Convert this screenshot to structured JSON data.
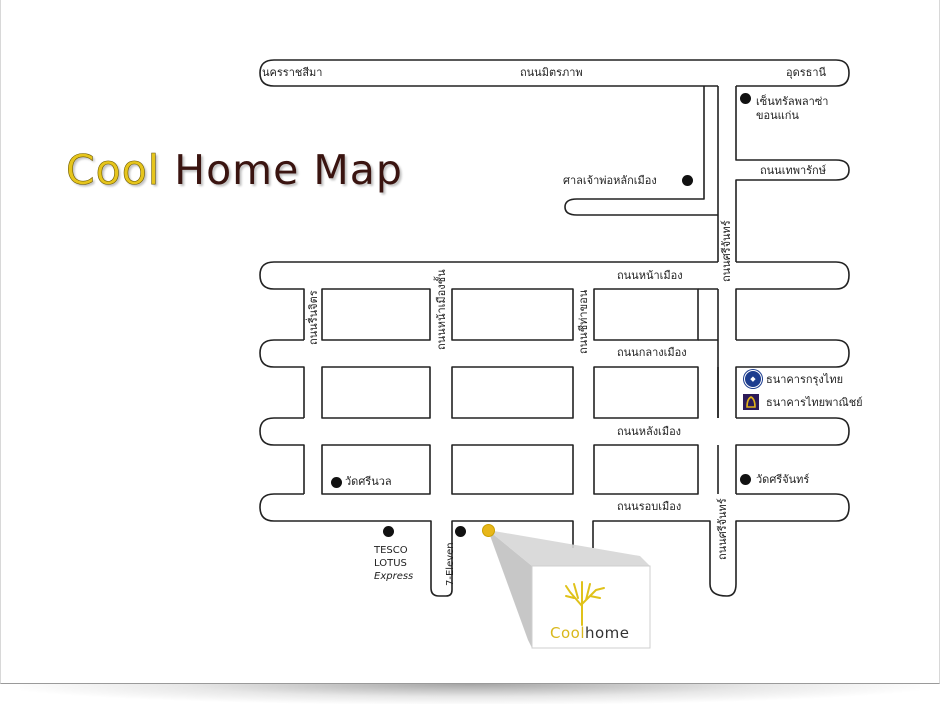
{
  "title": {
    "part1": "Cool",
    "part2": " Home Map"
  },
  "colors": {
    "title_cool": "#e6c51c",
    "title_rest": "#3a1410",
    "home_marker": "#e8b71a",
    "road_outline": "#222222"
  },
  "roads": {
    "top_left": "นครราชสีมา",
    "top_center": "ถนนมิตรภาพ",
    "top_right": "อุดรธานี",
    "thepharak": "ถนนเทพารักษ์",
    "na_mueang": "ถนนหน้าเมือง",
    "klang_mueang": "ถนนกลางเมือง",
    "lang_mueang": "ถนนหลังเมือง",
    "rop_mueang": "ถนนรอบเมือง",
    "si_chan_upper": "ถนนศรีจันทร์",
    "si_chan_lower": "ถนนศรีจันทร์",
    "reun_chit": "ถนนรื่นจิตร",
    "ammat": "ถนนหน้าเมืองชั้น",
    "tha_khon": "ถนนชีท่าขอน"
  },
  "landmarks": {
    "central_plaza": [
      "เซ็นทรัลพลาซ่า",
      "ขอนแก่น"
    ],
    "city_pillar": "ศาลเจ้าพ่อหลักเมือง",
    "krungthai_bank": "ธนาคารกรุงไทย",
    "scb_bank": "ธนาคารไทยพาณิชย์",
    "wat_si_nuan": "วัดศรีนวล",
    "wat_si_chan": "วัดศรีจันทร์",
    "tesco": [
      "TESCO",
      "LOTUS",
      "Express"
    ],
    "seven_eleven": "7-Eleven"
  },
  "icons": {
    "ktb": "krungthai-bank-icon",
    "scb": "scb-bank-icon",
    "marker": "location-dot-icon",
    "home": "coolhome-marker-icon"
  },
  "logo": {
    "part1": "Cool",
    "part2": "home"
  }
}
